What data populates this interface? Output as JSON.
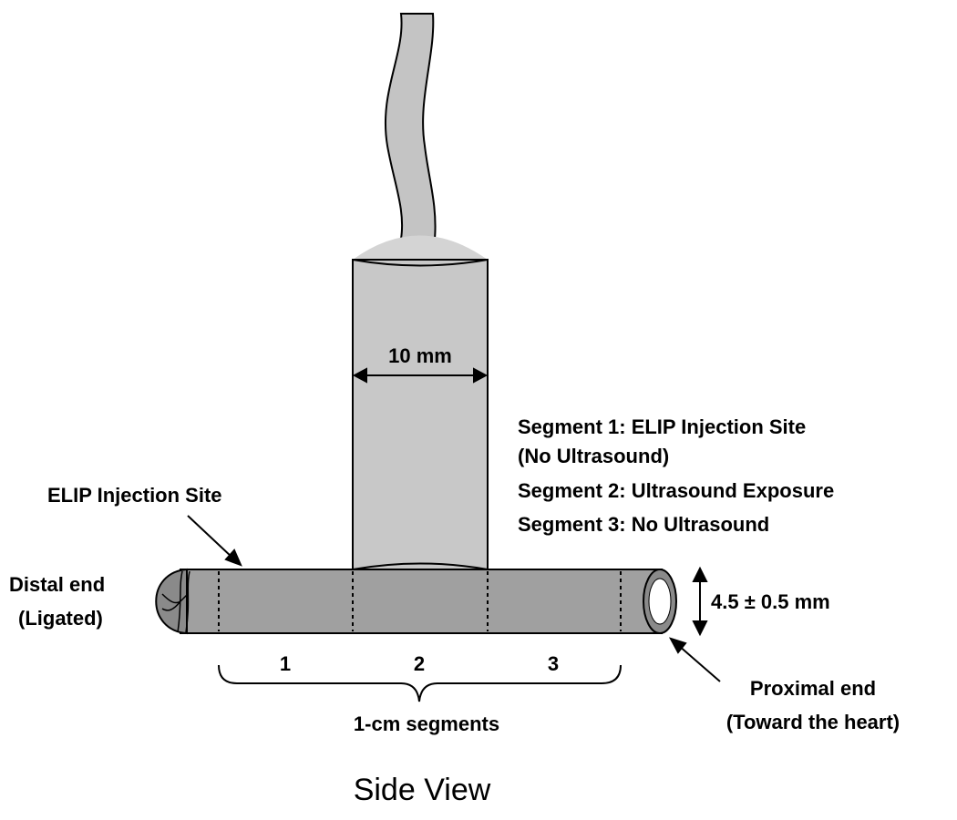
{
  "labels": {
    "width_dimension": "10 mm",
    "diameter_dimension": "4.5 ± 0.5 mm",
    "injection_site": "ELIP Injection Site",
    "distal_end_line1": "Distal end",
    "distal_end_line2": "(Ligated)",
    "proximal_end_line1": "Proximal end",
    "proximal_end_line2": "(Toward the heart)",
    "segments_caption": "1-cm segments",
    "view_title": "Side View"
  },
  "segment_numbers": [
    "1",
    "2",
    "3"
  ],
  "legend": [
    "Segment 1: ELIP Injection Site",
    "(No Ultrasound)",
    "Segment 2: Ultrasound Exposure",
    "Segment 3: No Ultrasound"
  ],
  "colors": {
    "transducer_body": "#c8c8c8",
    "transducer_cap": "#d4d4d4",
    "cable": "#c4c4c4",
    "vessel": "#a0a0a0",
    "vessel_end": "#8a8a8a",
    "outline": "#000000"
  }
}
